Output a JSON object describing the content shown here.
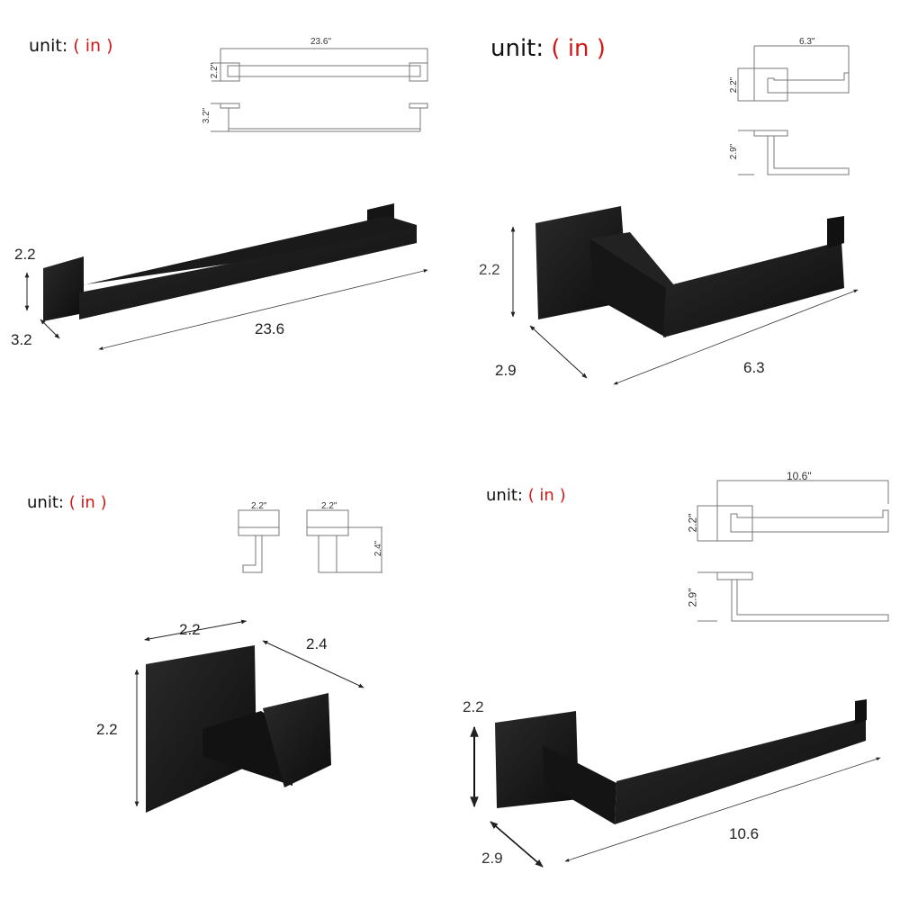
{
  "unit_label": {
    "prefix": "unit:",
    "value": "( in )"
  },
  "panels": [
    {
      "name": "towel-bar",
      "drawing": {
        "length": "23.6\"",
        "height": "2.2\"",
        "depth": "3.2\""
      },
      "photo": {
        "height": "2.2",
        "depth": "3.2",
        "length": "23.6"
      }
    },
    {
      "name": "toilet-paper-holder",
      "drawing": {
        "length": "6.3\"",
        "height": "2.2\"",
        "depth": "2.9\""
      },
      "photo": {
        "height": "2.2",
        "depth": "2.9",
        "length": "6.3"
      }
    },
    {
      "name": "robe-hook",
      "drawing": {
        "width_front": "2.2\"",
        "width_side": "2.2\"",
        "depth": "2.4\""
      },
      "photo": {
        "width": "2.2",
        "depth": "2.4",
        "height": "2.2"
      }
    },
    {
      "name": "hand-towel-holder",
      "drawing": {
        "length": "10.6\"",
        "height": "2.2\"",
        "depth": "2.9\""
      },
      "photo": {
        "height": "2.2",
        "depth": "2.9",
        "length": "10.6"
      }
    }
  ],
  "colors": {
    "unit_accent": "#d01818",
    "product": "#141414",
    "line": "#555555"
  }
}
